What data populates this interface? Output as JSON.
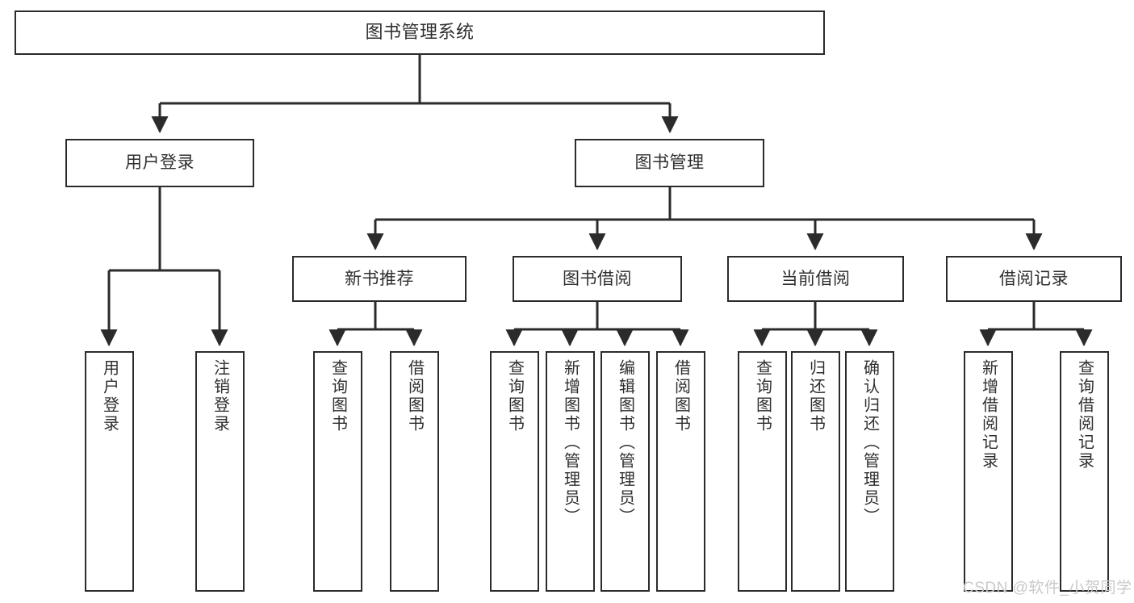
{
  "diagram": {
    "title": "图书管理系统",
    "type": "hierarchy-tree",
    "colors": {
      "background": "#ffffff",
      "box_border": "#2b2b2b",
      "box_fill": "#ffffff",
      "text": "#2f2f2f",
      "edge": "#2b2b2b",
      "watermark": "#c9c9c9"
    },
    "root": {
      "label": "图书管理系统"
    },
    "level1": [
      {
        "label": "用户登录"
      },
      {
        "label": "图书管理"
      }
    ],
    "level2": [
      {
        "label": "新书推荐"
      },
      {
        "label": "图书借阅"
      },
      {
        "label": "当前借阅"
      },
      {
        "label": "借阅记录"
      }
    ],
    "leaves": {
      "user_login": [
        {
          "label": "用户登录"
        },
        {
          "label": "注销登录"
        }
      ],
      "new_book_recommend": [
        {
          "label": "查询图书"
        },
        {
          "label": "借阅图书"
        }
      ],
      "book_borrow": [
        {
          "label": "查询图书"
        },
        {
          "label": "新增图书（管理员）"
        },
        {
          "label": "编辑图书（管理员）"
        },
        {
          "label": "借阅图书"
        }
      ],
      "current_borrow": [
        {
          "label": "查询图书"
        },
        {
          "label": "归还图书"
        },
        {
          "label": "确认归还（管理员）"
        }
      ],
      "borrow_record": [
        {
          "label": "新增借阅记录"
        },
        {
          "label": "查询借阅记录"
        }
      ]
    },
    "watermark": "CSDN @软件_小贺同学"
  }
}
